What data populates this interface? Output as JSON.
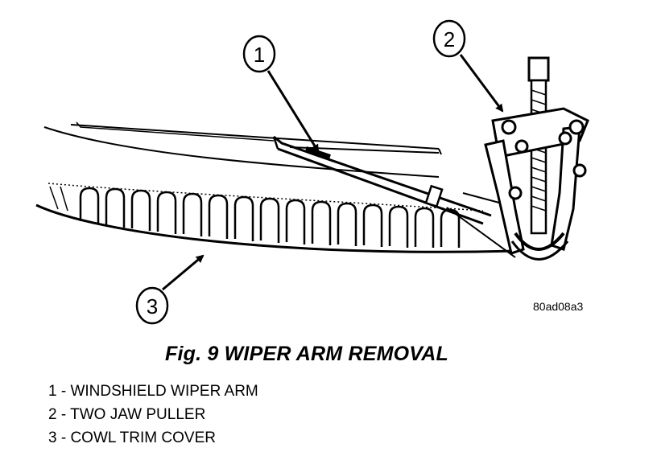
{
  "figure": {
    "caption": "Fig. 9 WIPER ARM REMOVAL",
    "reference_code": "80ad08a3"
  },
  "callouts": [
    {
      "number": "1",
      "label": "WINDSHIELD WIPER ARM"
    },
    {
      "number": "2",
      "label": "TWO JAW PULLER"
    },
    {
      "number": "3",
      "label": "COWL TRIM COVER"
    }
  ],
  "legend": [
    "1 - WINDSHIELD WIPER ARM",
    "2 - TWO JAW PULLER",
    "3 - COWL TRIM COVER"
  ],
  "colors": {
    "ink": "#000000",
    "paper": "#ffffff"
  }
}
